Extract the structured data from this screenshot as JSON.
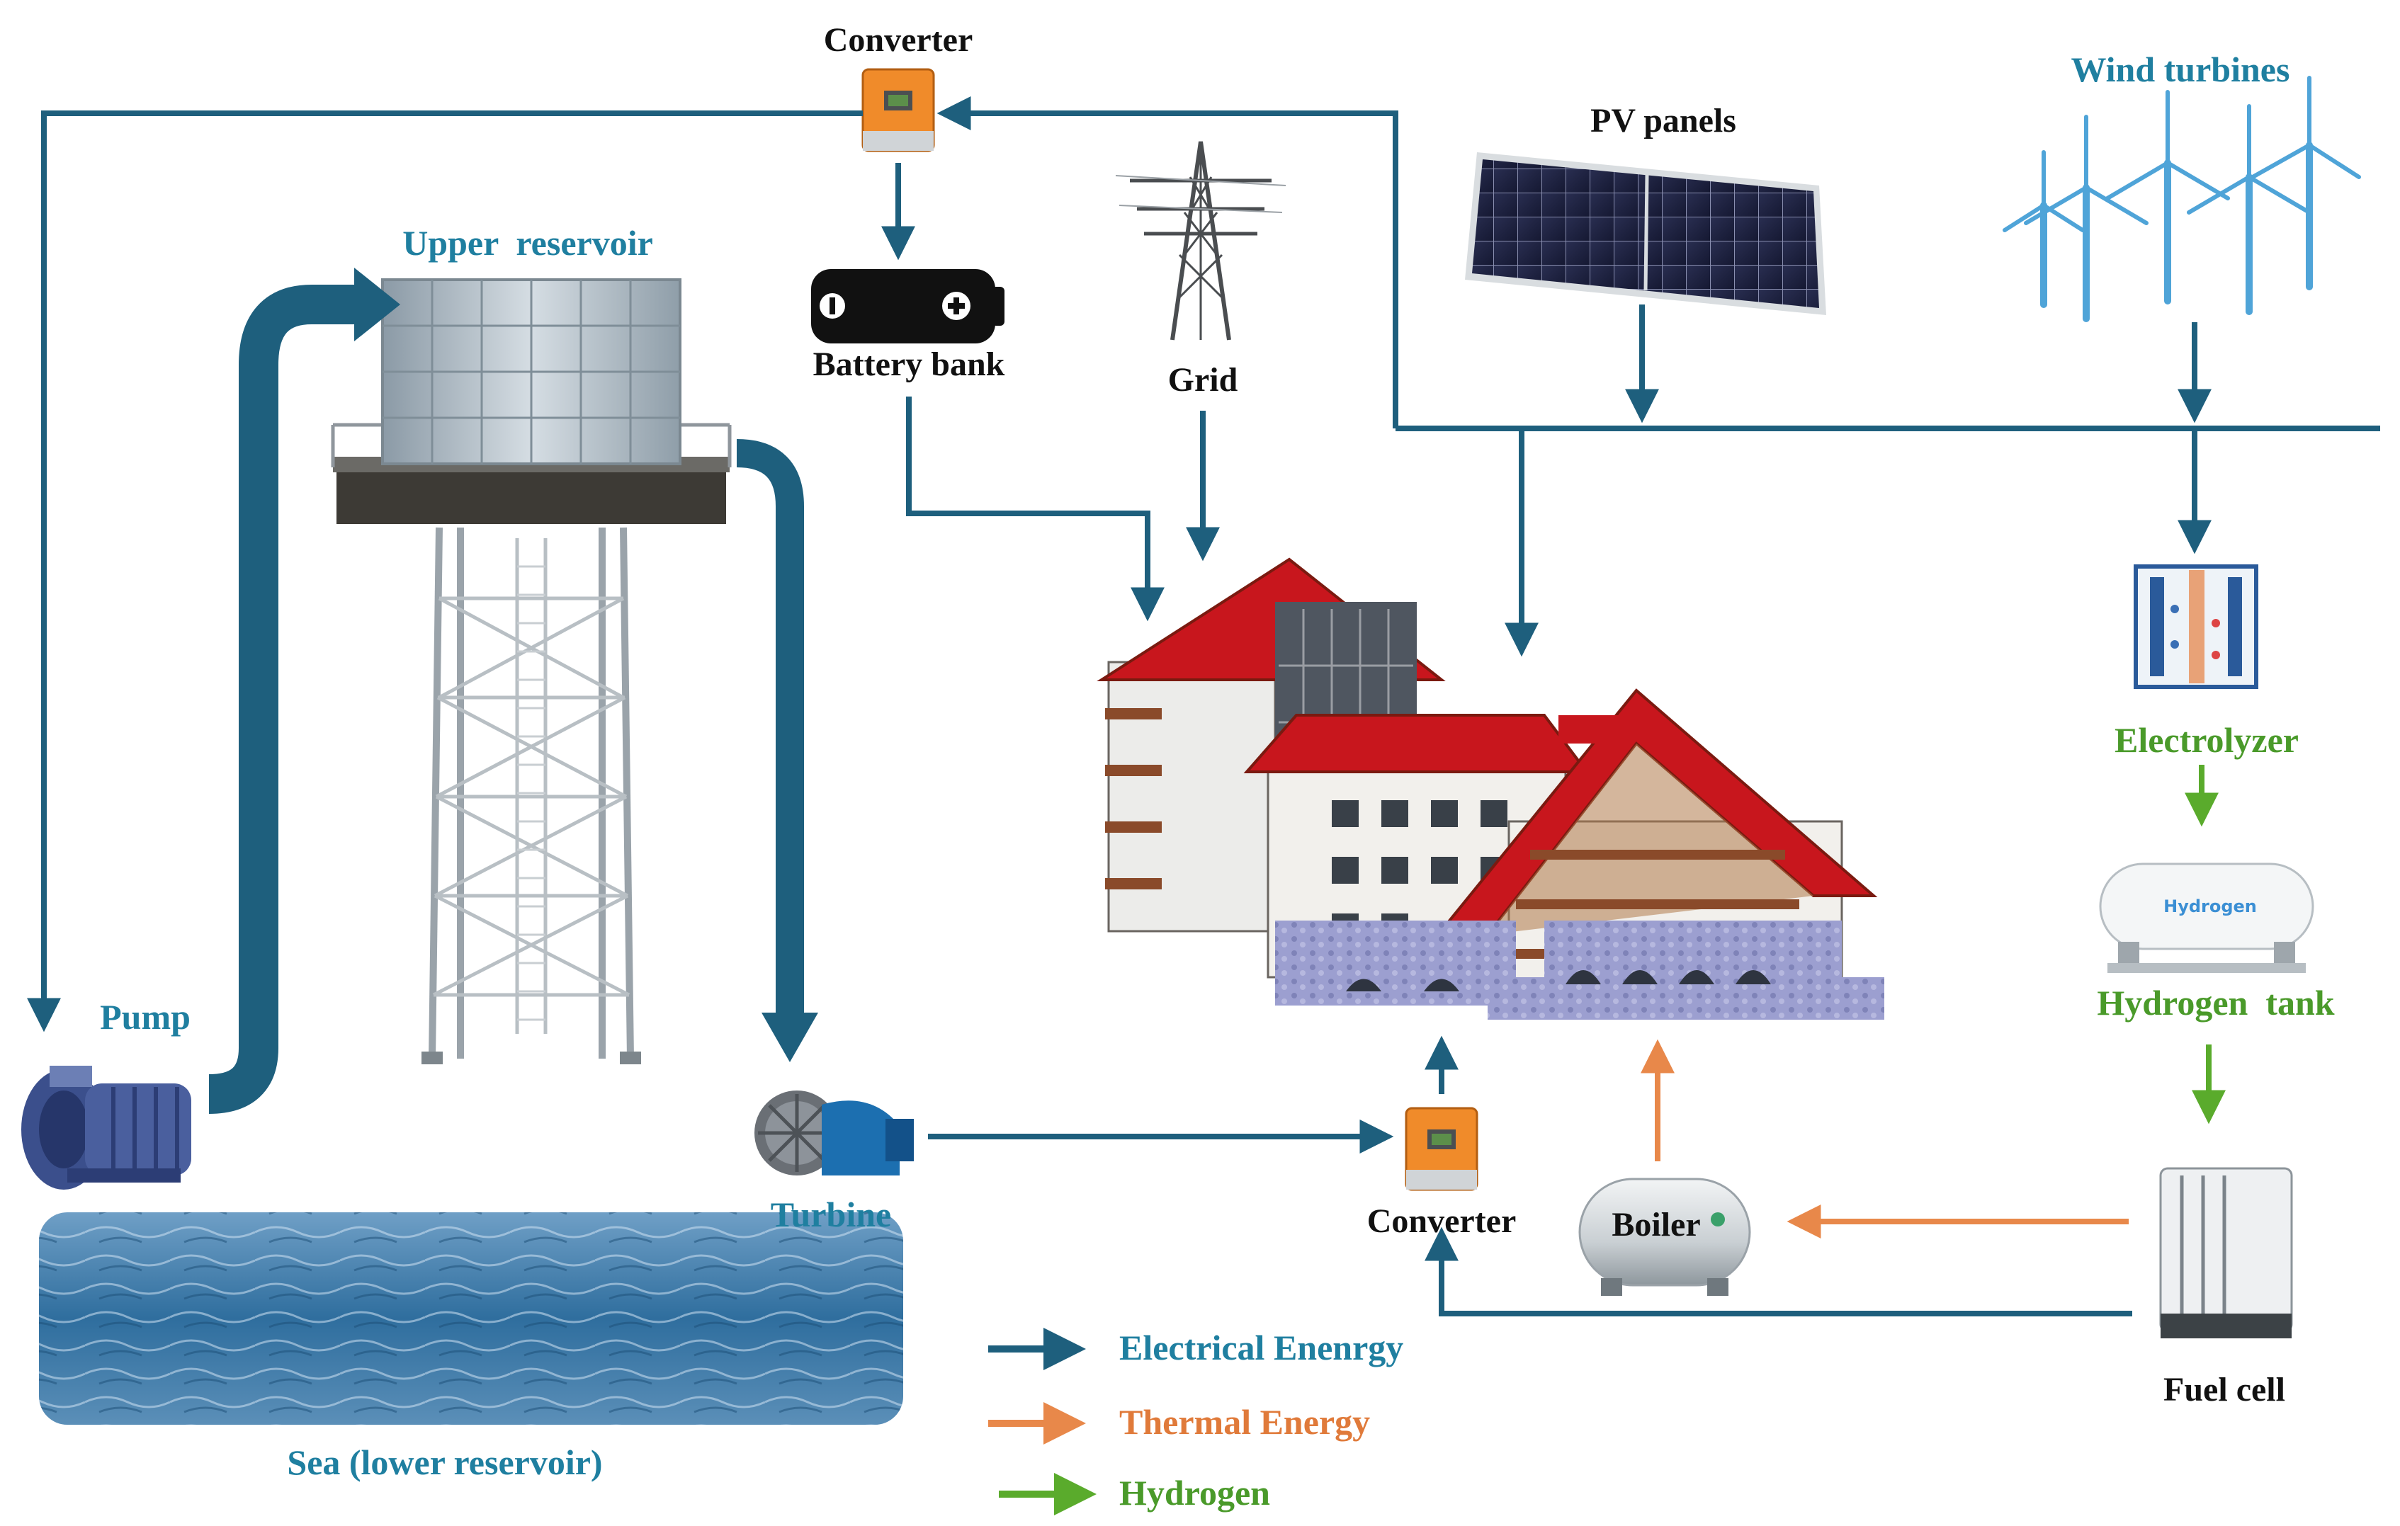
{
  "colors": {
    "electrical": "#1e5f7d",
    "thermal": "#e8884a",
    "hydrogen": "#5aab2c",
    "label_blue": "#1f7fa0",
    "label_green": "#4a9a2a",
    "label_orange": "#e07a3a",
    "roof_red": "#c8161d",
    "sea": "#2f6e9e"
  },
  "components": {
    "converter_top": "Converter",
    "battery": "Battery bank",
    "grid": "Grid",
    "pv": "PV panels",
    "wind": "Wind turbines",
    "upper_reservoir": "Upper  reservoir",
    "pump": "Pump",
    "turbine": "Turbine",
    "sea": "Sea (lower reservoir)",
    "converter_bottom": "Converter",
    "boiler": "Boiler",
    "electrolyzer": "Electrolyzer",
    "hydrogen_tank": "Hydrogen  tank",
    "fuel_cell": "Fuel cell",
    "tank_text": "Hydrogen"
  },
  "legend": [
    {
      "label": "Electrical Enenrgy",
      "color_key": "electrical"
    },
    {
      "label": "Thermal Energy",
      "color_key": "thermal"
    },
    {
      "label": "Hydrogen",
      "color_key": "hydrogen"
    }
  ],
  "icons": {
    "converter": "inverter-box-icon",
    "battery": "battery-icon",
    "grid": "transmission-tower-icon",
    "pv": "solar-panel-icon",
    "wind": "wind-turbine-icon",
    "reservoir": "water-tower-icon",
    "pump": "pump-icon",
    "turbine": "hydro-turbine-icon",
    "building": "hotel-building-icon",
    "boiler": "boiler-icon",
    "electrolyzer": "electrolyzer-icon",
    "h2tank": "hydrogen-tank-icon",
    "fuelcell": "fuel-cell-icon"
  }
}
